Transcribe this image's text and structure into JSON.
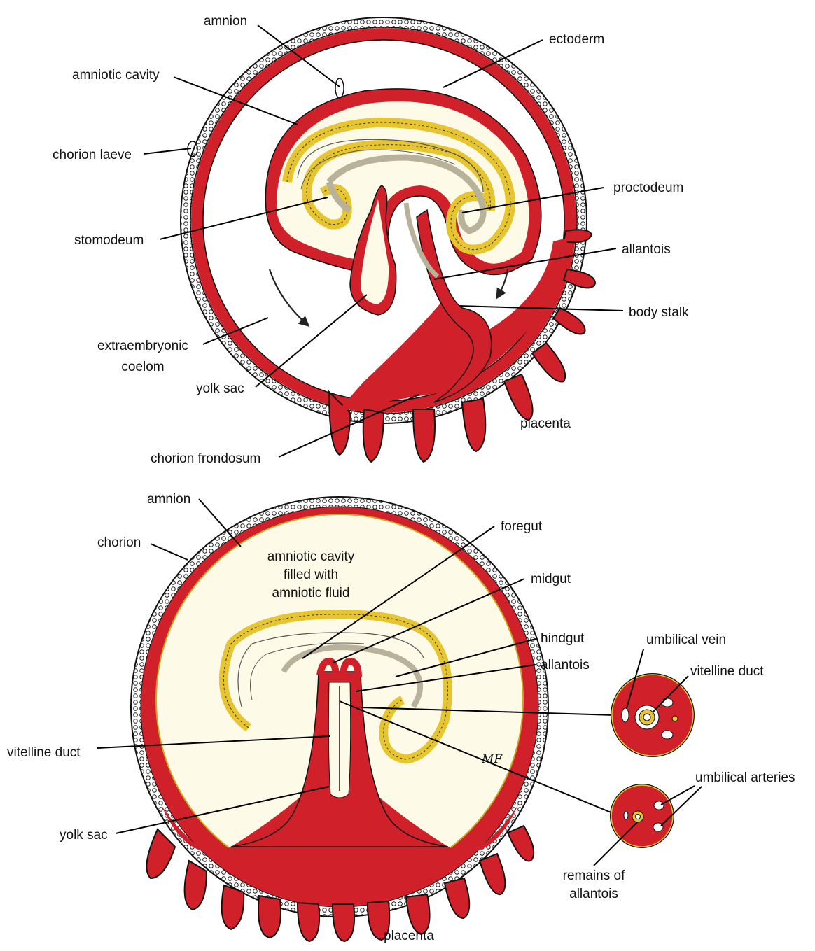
{
  "top_diagram": {
    "labels": {
      "amnion": "amnion",
      "ectoderm": "ectoderm",
      "amniotic_cavity": "amniotic cavity",
      "chorion_laeve": "chorion laeve",
      "proctodeum": "proctodeum",
      "stomodeum": "stomodeum",
      "allantois": "allantois",
      "body_stalk": "body stalk",
      "extraembryonic_coelom_1": "extraembryonic",
      "extraembryonic_coelom_2": "coelom",
      "yolk_sac": "yolk sac",
      "placenta": "placenta",
      "chorion_frondosum": "chorion frondosum"
    }
  },
  "bottom_diagram": {
    "labels": {
      "amnion": "amnion",
      "chorion": "chorion",
      "amniotic_cavity_1": "amniotic cavity",
      "amniotic_cavity_2": "filled with",
      "amniotic_cavity_3": "amniotic fluid",
      "foregut": "foregut",
      "midgut": "midgut",
      "hindgut": "hindgut",
      "allantois": "allantois",
      "vitelline_duct": "vitelline duct",
      "yolk_sac": "yolk sac",
      "placenta": "placenta",
      "signature": "MF"
    }
  },
  "cross_sections": {
    "labels": {
      "umbilical_vein": "umbilical vein",
      "vitelline_duct": "vitelline duct",
      "umbilical_arteries": "umbilical arteries",
      "remains_of_allantois_1": "remains of",
      "remains_of_allantois_2": "allantois"
    }
  },
  "colors": {
    "tissue_red": "#d0202a",
    "endoderm_yellow": "#e6c530",
    "cavity_cream": "#fdfbe8",
    "outline": "#111111"
  }
}
